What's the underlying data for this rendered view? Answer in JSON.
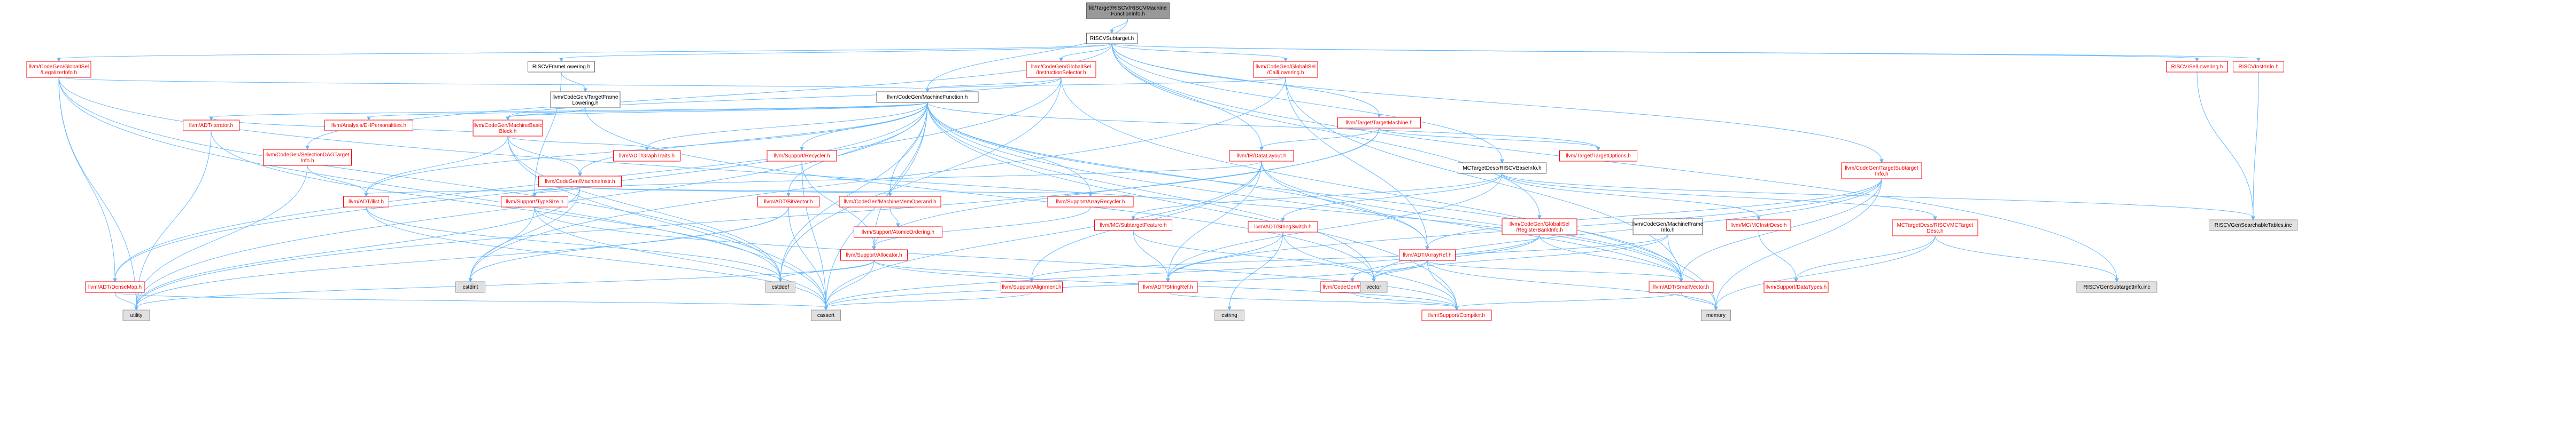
{
  "nodes": [
    {
      "id": "root",
      "lines": [
        "lib/Target/RISCV/RISCVMachine",
        "FunctionInfo.h"
      ],
      "style": "root"
    },
    {
      "id": "subtarget",
      "lines": [
        "RISCVSubtarget.h"
      ],
      "style": "white"
    },
    {
      "id": "legalizerinfo",
      "lines": [
        "llvm/CodeGen/GlobalISel",
        "/LegalizerInfo.h"
      ],
      "style": "red"
    },
    {
      "id": "framelowering",
      "lines": [
        "RISCVFrameLowering.h"
      ],
      "style": "white"
    },
    {
      "id": "instselector",
      "lines": [
        "llvm/CodeGen/GlobalISel",
        "/InstructionSelector.h"
      ],
      "style": "red"
    },
    {
      "id": "calllowering",
      "lines": [
        "llvm/CodeGen/GlobalISel",
        "/CallLowering.h"
      ],
      "style": "red"
    },
    {
      "id": "isellowering",
      "lines": [
        "RISCVISelLowering.h"
      ],
      "style": "red"
    },
    {
      "id": "instrinfo",
      "lines": [
        "RISCVInstrInfo.h"
      ],
      "style": "red"
    },
    {
      "id": "targetframe",
      "lines": [
        "llvm/CodeGen/TargetFrame",
        "Lowering.h"
      ],
      "style": "white"
    },
    {
      "id": "machinefunction",
      "lines": [
        "llvm/CodeGen/MachineFunction.h"
      ],
      "style": "white"
    },
    {
      "id": "targetmachine",
      "lines": [
        "llvm/Target/TargetMachine.h"
      ],
      "style": "red"
    },
    {
      "id": "mctargetdesc",
      "lines": [
        "MCTargetDesc/RISCVBaseInfo.h"
      ],
      "style": "white"
    },
    {
      "id": "targetsubtarget",
      "lines": [
        "llvm/CodeGen/TargetSubtarget",
        "Info.h"
      ],
      "style": "red"
    },
    {
      "id": "iterator",
      "lines": [
        "llvm/ADT/iterator.h"
      ],
      "style": "red"
    },
    {
      "id": "ehpersonalities",
      "lines": [
        "llvm/Analysis/EHPersonalities.h"
      ],
      "style": "red"
    },
    {
      "id": "machinebasicblock",
      "lines": [
        "llvm/CodeGen/MachineBasic",
        "Block.h"
      ],
      "style": "red"
    },
    {
      "id": "selectiondag",
      "lines": [
        "llvm/CodeGen/SelectionDAGTarget",
        "Info.h"
      ],
      "style": "red"
    },
    {
      "id": "graphtraits",
      "lines": [
        "llvm/ADT/GraphTraits.h"
      ],
      "style": "red"
    },
    {
      "id": "recycler",
      "lines": [
        "llvm/Support/Recycler.h"
      ],
      "style": "red"
    },
    {
      "id": "datalayout",
      "lines": [
        "llvm/IR/DataLayout.h"
      ],
      "style": "red"
    },
    {
      "id": "targetoptions",
      "lines": [
        "llvm/Target/TargetOptions.h"
      ],
      "style": "red"
    },
    {
      "id": "machineinstr",
      "lines": [
        "llvm/CodeGen/MachineInstr.h"
      ],
      "style": "red"
    },
    {
      "id": "ilist",
      "lines": [
        "llvm/ADT/ilist.h"
      ],
      "style": "red"
    },
    {
      "id": "typesize",
      "lines": [
        "llvm/Support/TypeSize.h"
      ],
      "style": "red"
    },
    {
      "id": "bitvector",
      "lines": [
        "llvm/ADT/BitVector.h"
      ],
      "style": "red"
    },
    {
      "id": "machinememoperand",
      "lines": [
        "llvm/CodeGen/MachineMemOperand.h"
      ],
      "style": "red"
    },
    {
      "id": "arrayrecycler",
      "lines": [
        "llvm/Support/ArrayRecycler.h"
      ],
      "style": "red"
    },
    {
      "id": "stringswitch",
      "lines": [
        "llvm/ADT/StringSwitch.h"
      ],
      "style": "red"
    },
    {
      "id": "registerbankinfo",
      "lines": [
        "llvm/CodeGen/GlobalISel",
        "/RegisterBankInfo.h"
      ],
      "style": "red"
    },
    {
      "id": "machineframe",
      "lines": [
        "llvm/CodeGen/MachineFrame",
        "Info.h"
      ],
      "style": "white"
    },
    {
      "id": "subtargetfeature",
      "lines": [
        "llvm/MC/SubtargetFeature.h"
      ],
      "style": "red"
    },
    {
      "id": "mcinstrdesc",
      "lines": [
        "llvm/MC/MCInstrDesc.h"
      ],
      "style": "red"
    },
    {
      "id": "riscvmctargetdesc",
      "lines": [
        "MCTargetDesc/RISCVMCTarget",
        "Desc.h"
      ],
      "style": "red"
    },
    {
      "id": "searchabletables",
      "lines": [
        "RISCVGenSearchableTables.inc"
      ],
      "style": "gray"
    },
    {
      "id": "atomicordering",
      "lines": [
        "llvm/Support/AtomicOrdering.h"
      ],
      "style": "red"
    },
    {
      "id": "allocator",
      "lines": [
        "llvm/Support/Allocator.h"
      ],
      "style": "red"
    },
    {
      "id": "arrayref",
      "lines": [
        "llvm/ADT/ArrayRef.h"
      ],
      "style": "red"
    },
    {
      "id": "alignment",
      "lines": [
        "llvm/Support/Alignment.h"
      ],
      "style": "red"
    },
    {
      "id": "stringref",
      "lines": [
        "llvm/ADT/StringRef.h"
      ],
      "style": "red"
    },
    {
      "id": "register",
      "lines": [
        "llvm/CodeGen/Register.h"
      ],
      "style": "red"
    },
    {
      "id": "smallvector",
      "lines": [
        "llvm/ADT/SmallVector.h"
      ],
      "style": "red"
    },
    {
      "id": "datatypes",
      "lines": [
        "llvm/Support/DataTypes.h"
      ],
      "style": "red"
    },
    {
      "id": "subtargetinfo",
      "lines": [
        "RISCVGenSubtargetInfo.inc"
      ],
      "style": "gray"
    },
    {
      "id": "densemap",
      "lines": [
        "llvm/ADT/DenseMap.h"
      ],
      "style": "red"
    },
    {
      "id": "cstddef",
      "lines": [
        "cstddef"
      ],
      "style": "gray"
    },
    {
      "id": "vector",
      "lines": [
        "vector"
      ],
      "style": "gray"
    },
    {
      "id": "utility",
      "lines": [
        "utility"
      ],
      "style": "gray"
    },
    {
      "id": "cassert",
      "lines": [
        "cassert"
      ],
      "style": "gray"
    },
    {
      "id": "compiler",
      "lines": [
        "llvm/Support/Compiler.h"
      ],
      "style": "red"
    },
    {
      "id": "memory",
      "lines": [
        "memory"
      ],
      "style": "gray"
    }
  ],
  "edges": [
    [
      "root",
      "subtarget"
    ],
    [
      "root",
      "machinefunction"
    ],
    [
      "subtarget",
      "legalizerinfo"
    ],
    [
      "subtarget",
      "framelowering"
    ],
    [
      "subtarget",
      "instselector"
    ],
    [
      "subtarget",
      "calllowering"
    ],
    [
      "subtarget",
      "isellowering"
    ],
    [
      "subtarget",
      "instrinfo"
    ],
    [
      "subtarget",
      "targetmachine"
    ],
    [
      "subtarget",
      "mctargetdesc"
    ],
    [
      "subtarget",
      "targetsubtarget"
    ],
    [
      "subtarget",
      "datalayout"
    ],
    [
      "subtarget",
      "registerbankinfo"
    ],
    [
      "subtarget",
      "selectiondag"
    ],
    [
      "subtarget",
      "subtargetinfo"
    ],
    [
      "legalizerinfo",
      "machinefunction"
    ],
    [
      "legalizerinfo",
      "densemap"
    ],
    [
      "legalizerinfo",
      "smallvector"
    ],
    [
      "legalizerinfo",
      "cstddef"
    ],
    [
      "legalizerinfo",
      "utility"
    ],
    [
      "legalizerinfo",
      "cassert"
    ],
    [
      "framelowering",
      "targetframe"
    ],
    [
      "framelowering",
      "typesize"
    ],
    [
      "targetframe",
      "machinebasicblock"
    ],
    [
      "targetframe",
      "vector"
    ],
    [
      "instselector",
      "machinefunction"
    ],
    [
      "instselector",
      "machinebasicblock"
    ],
    [
      "instselector",
      "densemap"
    ],
    [
      "instselector",
      "cstddef"
    ],
    [
      "instselector",
      "memory"
    ],
    [
      "calllowering",
      "machinefunction"
    ],
    [
      "calllowering",
      "arrayref"
    ],
    [
      "calllowering",
      "smallvector"
    ],
    [
      "calllowering",
      "cstdint"
    ],
    [
      "isellowering",
      "searchabletables"
    ],
    [
      "instrinfo",
      "searchabletables"
    ],
    [
      "machinefunction",
      "iterator"
    ],
    [
      "machinefunction",
      "ehpersonalities"
    ],
    [
      "machinefunction",
      "machinebasicblock"
    ],
    [
      "machinefunction",
      "graphtraits"
    ],
    [
      "machinefunction",
      "recycler"
    ],
    [
      "machinefunction",
      "machineinstr"
    ],
    [
      "machinefunction",
      "ilist"
    ],
    [
      "machinefunction",
      "bitvector"
    ],
    [
      "machinefunction",
      "machinememoperand"
    ],
    [
      "machinefunction",
      "arrayrecycler"
    ],
    [
      "machinefunction",
      "allocator"
    ],
    [
      "machinefunction",
      "arrayref"
    ],
    [
      "machinefunction",
      "smallvector"
    ],
    [
      "machinefunction",
      "densemap"
    ],
    [
      "machinefunction",
      "cstddef"
    ],
    [
      "machinefunction",
      "vector"
    ],
    [
      "machinefunction",
      "utility"
    ],
    [
      "machinefunction",
      "cassert"
    ],
    [
      "machinefunction",
      "memory"
    ],
    [
      "machinefunction",
      "compiler"
    ],
    [
      "machinefunction",
      "targetoptions"
    ],
    [
      "machinebasicblock",
      "graphtraits"
    ],
    [
      "machinebasicblock",
      "machineinstr"
    ],
    [
      "machinebasicblock",
      "ilist"
    ],
    [
      "machinebasicblock",
      "iterator"
    ],
    [
      "machinebasicblock",
      "cassert"
    ],
    [
      "machinebasicblock",
      "cstddef"
    ],
    [
      "targetmachine",
      "datalayout"
    ],
    [
      "targetmachine",
      "targetoptions"
    ],
    [
      "targetmachine",
      "allocator"
    ],
    [
      "targetmachine",
      "utility"
    ],
    [
      "mctargetdesc",
      "searchabletables"
    ],
    [
      "mctargetdesc",
      "riscvmctargetdesc"
    ],
    [
      "mctargetdesc",
      "mcinstrdesc"
    ],
    [
      "mctargetdesc",
      "subtargetfeature"
    ],
    [
      "mctargetdesc",
      "stringswitch"
    ],
    [
      "mctargetdesc",
      "stringref"
    ],
    [
      "targetsubtarget",
      "arrayref"
    ],
    [
      "targetsubtarget",
      "smallvector"
    ],
    [
      "targetsubtarget",
      "stringref"
    ],
    [
      "targetsubtarget",
      "memory"
    ],
    [
      "targetsubtarget",
      "vector"
    ],
    [
      "datalayout",
      "arrayref"
    ],
    [
      "datalayout",
      "smallvector"
    ],
    [
      "datalayout",
      "stringref"
    ],
    [
      "datalayout",
      "typesize"
    ],
    [
      "datalayout",
      "alignment"
    ],
    [
      "datalayout",
      "cassert"
    ],
    [
      "machineinstr",
      "machinememoperand"
    ],
    [
      "machineinstr",
      "arrayrecycler"
    ],
    [
      "machineinstr",
      "ilist"
    ],
    [
      "machineinstr",
      "typesize"
    ],
    [
      "machineinstr",
      "cstdint"
    ],
    [
      "machineinstr",
      "utility"
    ],
    [
      "typesize",
      "cassert"
    ],
    [
      "typesize",
      "cstdint"
    ],
    [
      "typesize",
      "compiler"
    ],
    [
      "bitvector",
      "cassert"
    ],
    [
      "bitvector",
      "cstdint"
    ],
    [
      "bitvector",
      "utility"
    ],
    [
      "machinememoperand",
      "atomicordering"
    ],
    [
      "arrayrecycler",
      "allocator"
    ],
    [
      "allocator",
      "alignment"
    ],
    [
      "allocator",
      "compiler"
    ],
    [
      "allocator",
      "cassert"
    ],
    [
      "allocator",
      "cstddef"
    ],
    [
      "allocator",
      "utility"
    ],
    [
      "recycler",
      "allocator"
    ],
    [
      "recycler",
      "cassert"
    ],
    [
      "stringswitch",
      "stringref"
    ],
    [
      "stringswitch",
      "compiler"
    ],
    [
      "stringswitch",
      "cstring"
    ],
    [
      "registerbankinfo",
      "register"
    ],
    [
      "registerbankinfo",
      "smallvector"
    ],
    [
      "registerbankinfo",
      "cassert"
    ],
    [
      "machineframe",
      "smallvector"
    ],
    [
      "machineframe",
      "alignment"
    ],
    [
      "machineframe",
      "vector"
    ],
    [
      "subtargetfeature",
      "stringref"
    ],
    [
      "subtargetfeature",
      "vector"
    ],
    [
      "mcinstrdesc",
      "datatypes"
    ],
    [
      "riscvmctargetdesc",
      "datatypes"
    ],
    [
      "riscvmctargetdesc",
      "memory"
    ],
    [
      "riscvmctargetdesc",
      "subtargetinfo"
    ],
    [
      "arrayref",
      "smallvector"
    ],
    [
      "arrayref",
      "compiler"
    ],
    [
      "arrayref",
      "memory"
    ],
    [
      "arrayref",
      "vector"
    ],
    [
      "arrayref",
      "cassert"
    ],
    [
      "smallvector",
      "compiler"
    ],
    [
      "smallvector",
      "memory"
    ],
    [
      "densemap",
      "utility"
    ],
    [
      "densemap",
      "cassert"
    ],
    [
      "stringref",
      "compiler"
    ],
    [
      "register",
      "compiler"
    ],
    [
      "alignment",
      "cassert"
    ],
    [
      "ilist",
      "cassert"
    ],
    [
      "ilist",
      "cstddef"
    ],
    [
      "iterator",
      "utility"
    ],
    [
      "iterator",
      "cstddef"
    ],
    [
      "selectiondag",
      "utility"
    ],
    [
      "selectiondag",
      "ilist"
    ]
  ],
  "extra_nodes": [
    {
      "id": "cstdint",
      "lines": [
        "cstdint"
      ],
      "style": "gray"
    },
    {
      "id": "cstring",
      "lines": [
        "cstring"
      ],
      "style": "gray"
    }
  ]
}
